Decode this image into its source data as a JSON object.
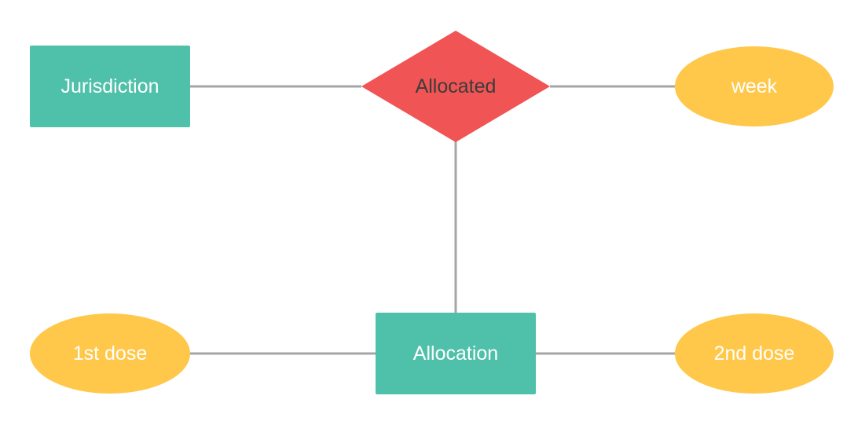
{
  "diagram": {
    "type": "entity-relationship",
    "colors": {
      "entity": "#4fc1aa",
      "relationship": "#f05454",
      "attribute": "#ffc84a",
      "connector": "#a6a6a6"
    },
    "entities": {
      "jurisdiction": "Jurisdiction",
      "allocation": "Allocation"
    },
    "relationships": {
      "allocated": "Allocated"
    },
    "attributes": {
      "week": "week",
      "first_dose": "1st dose",
      "second_dose": "2nd dose"
    },
    "connections": [
      {
        "from": "Jurisdiction",
        "to": "Allocated"
      },
      {
        "from": "Allocated",
        "to": "week"
      },
      {
        "from": "Allocated",
        "to": "Allocation"
      },
      {
        "from": "1st dose",
        "to": "Allocation"
      },
      {
        "from": "Allocation",
        "to": "2nd dose"
      }
    ]
  }
}
